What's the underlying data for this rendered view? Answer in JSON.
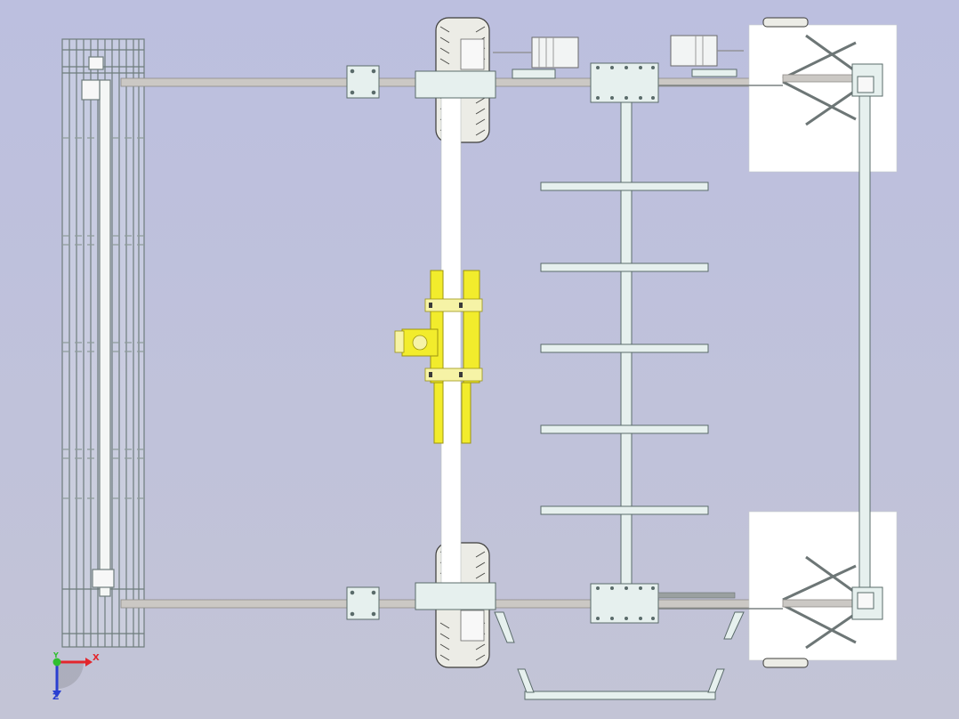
{
  "viewport": {
    "background": "#bfc1dc"
  },
  "triad": {
    "x_label": "X",
    "y_label": "Y",
    "z_label": "Z",
    "x_color": "#e3262c",
    "y_color": "#2fbf2f",
    "z_color": "#2a3fd1"
  },
  "colors": {
    "frame_fill": "#e6f0ee",
    "frame_stroke": "#5a6b6a",
    "rail_fill": "#c9c7c4",
    "cylinder_fill": "#f2ec2c",
    "cylinder_stroke": "#9c9410",
    "panel_fill": "#ffffff",
    "tire_fill": "#eaeae4",
    "tire_stroke": "#3d3d3a"
  }
}
